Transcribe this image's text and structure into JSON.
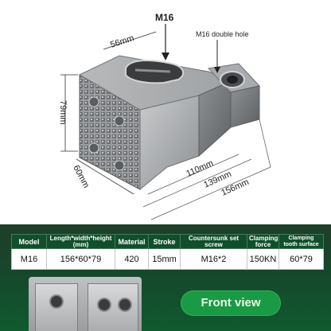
{
  "dimensions": {
    "thread": "M16",
    "hole_note": "M16 double hole",
    "slot": "56mm",
    "height": "79mm",
    "width": "60mm",
    "len1": "110mm",
    "len2": "139mm",
    "len3": "156mm"
  },
  "spec_table": {
    "headers": [
      "Model",
      "Length*width*height (mm)",
      "Material",
      "Stroke",
      "Countersunk set screw",
      "Clamping force",
      "Clamping tooth surface"
    ],
    "row": [
      "M16",
      "156*60*79",
      "420",
      "15mm",
      "M16*2",
      "150KN",
      "60*79"
    ]
  },
  "view_button": {
    "label": "Front view"
  },
  "colors": {
    "band": "#16472c",
    "header": "#0f4f2c",
    "button": "#1b9a45"
  }
}
